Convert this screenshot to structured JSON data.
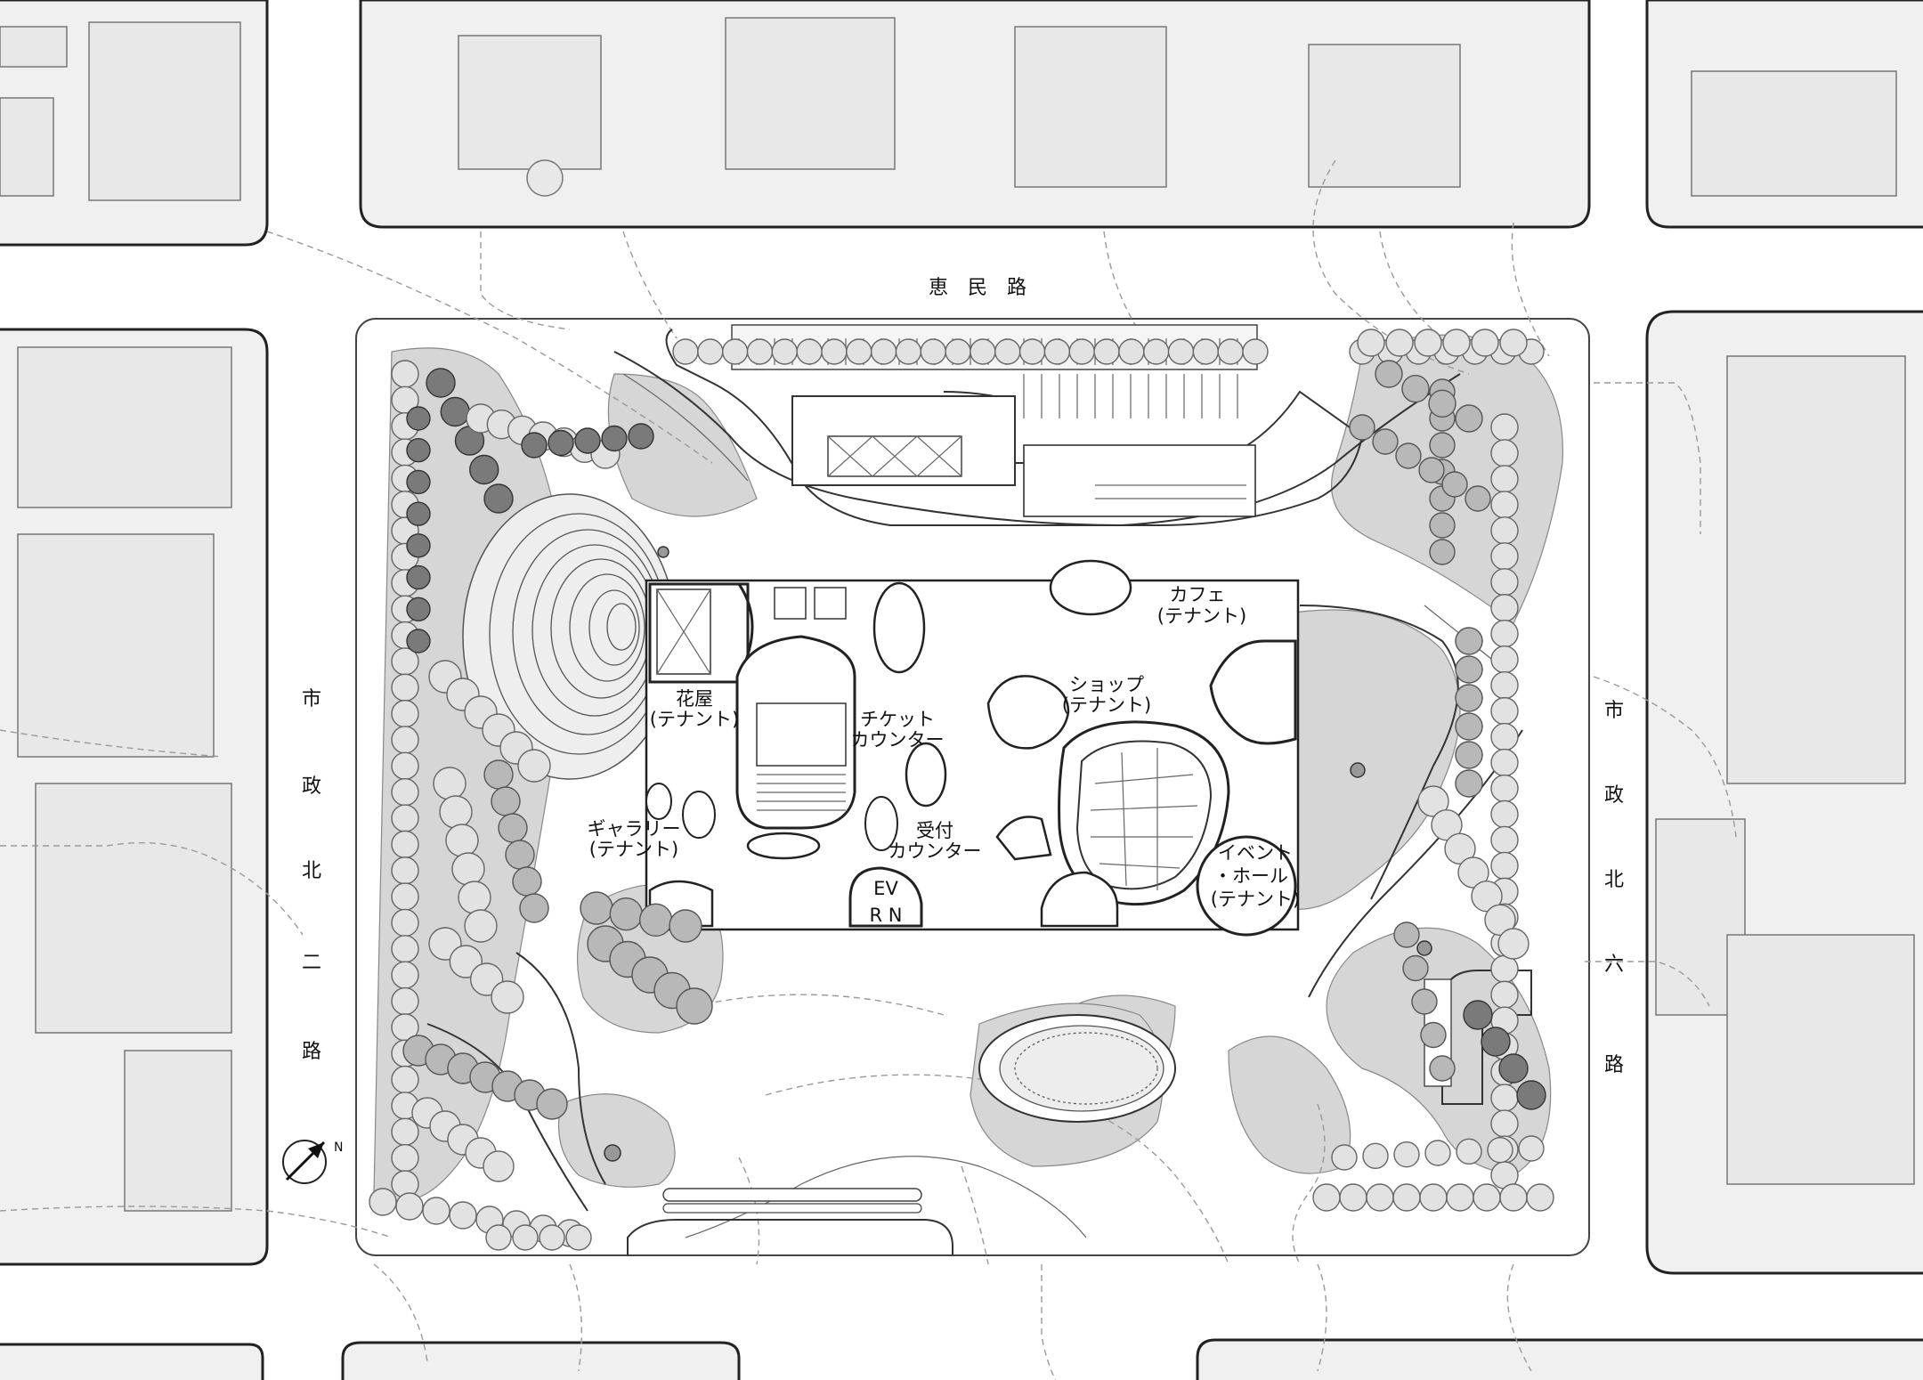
{
  "roads": {
    "north": "恵　民　路",
    "west": [
      "市",
      "政",
      "北",
      "二",
      "路"
    ],
    "east": [
      "市",
      "政",
      "北",
      "六",
      "路"
    ]
  },
  "rooms": {
    "flower": [
      "花屋",
      "(テナント)"
    ],
    "ticket": [
      "チケット",
      "カウンター"
    ],
    "gallery": [
      "ギャラリー",
      "(テナント)"
    ],
    "reception": [
      "受付",
      "カウンター"
    ],
    "ev": "EV",
    "rn": "R N",
    "shop": [
      "ショップ",
      "(テナント)"
    ],
    "cafe": [
      "カフェ",
      "(テナント)"
    ],
    "event": [
      "イベント",
      "・ホール",
      "(テナント)"
    ]
  },
  "north_arrow": "N",
  "colors": {
    "ink": "#222222",
    "block": "#f0f0f0",
    "tree": "#e2e2e2",
    "shade": "#d6d6d6"
  },
  "icons": [
    "north-arrow-icon",
    "tree-icon"
  ]
}
